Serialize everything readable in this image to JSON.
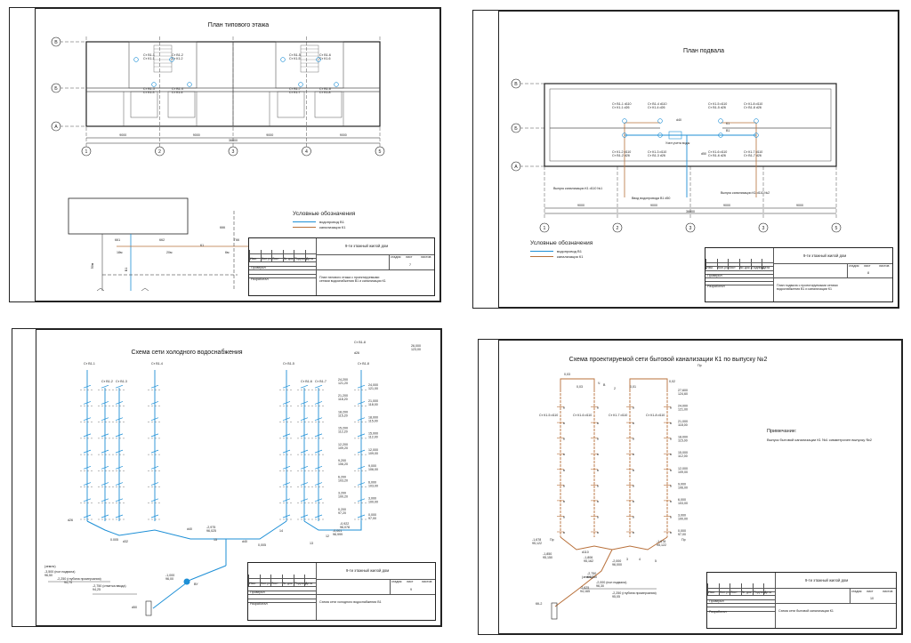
{
  "colors": {
    "water": "#1d8fd6",
    "sewer": "#b8703a",
    "line": "#222222",
    "wall": "#555555"
  },
  "sheet1": {
    "title": "План типового этажа",
    "grid_numbers": [
      "1",
      "2",
      "3",
      "4",
      "5"
    ],
    "grid_letters": [
      "В",
      "Б",
      "А"
    ],
    "dims": [
      "9000",
      "9000",
      "9000",
      "9000",
      "36000"
    ],
    "risers": [
      "Ст В1-1",
      "Ст К1-1",
      "Ст В1-2",
      "Ст К1-2",
      "Ст В1-3",
      "Ст К1-3",
      "Ст В1-4",
      "Ст К1-4",
      "Ст В1-5",
      "Ст К1-5",
      "Ст В1-6",
      "Ст К1-6",
      "Ст В1-7",
      "Ст К1-7",
      "Ст В1-8",
      "Ст К1-8"
    ],
    "site_labels": [
      "КК1",
      "КК2",
      "К1",
      "ККК",
      "ГКК",
      "18м",
      "20м",
      "6м",
      "50м",
      "В1"
    ],
    "legend": {
      "title": "Условные обозначения",
      "items": [
        "водопровод В1",
        "канализация К1"
      ]
    },
    "titleblock": {
      "project": "9-ти этажный жилой дом",
      "sheet_name": "План типового этажа с проектируемыми сетями водоснабжения В1 и канализации К1",
      "cols": [
        "Изм.",
        "Кол.уч.",
        "Лист",
        "№ док.",
        "Подпись",
        "Дата"
      ],
      "rows": [
        "Проверил",
        "Разработал"
      ],
      "stage_heads": [
        "стадия",
        "лист",
        "листов"
      ],
      "stage_vals": [
        "",
        "7",
        ""
      ]
    }
  },
  "sheet2": {
    "title": "План подвала",
    "grid_numbers": [
      "1",
      "2",
      "3",
      "3",
      "5"
    ],
    "grid_letters": [
      "В",
      "Б",
      "А"
    ],
    "dims": [
      "9000",
      "9000",
      "9000",
      "9000",
      "36000"
    ],
    "labels": [
      "Ст В1-1 d110",
      "Ст К1-1 d26",
      "Ст В1-4 d110",
      "Ст К1-4 d26",
      "Ст К1-5 d110",
      "Ст В1-5 d26",
      "Ст К1-8 d110",
      "Ст В1-8 d26",
      "Ст К1-2 d110",
      "Ст В1-2 d26",
      "Ст К1-3 d110",
      "Ст В1-3 d26",
      "Ст К1-6 d110",
      "Ст В1-6 d26",
      "Ст К1-7 d110",
      "Ст В1-7 d26",
      "Узел учета воды",
      "d40",
      "d50",
      "В1",
      "К1"
    ],
    "callouts": [
      "Выпуск канализации К1 d110 №1",
      "Ввод водопровода В1 d50",
      "Выпуск канализации К1 d110 №2"
    ],
    "legend": {
      "title": "Условные обозначения",
      "items": [
        "водопровод В1",
        "канализация К1"
      ]
    },
    "titleblock": {
      "project": "9-ти этажный жилой дом",
      "sheet_name": "План подвала с проектируемыми сетями водоснабжения В1 и канализации К1",
      "cols": [
        "Изм.",
        "Кол.уч.",
        "Лист",
        "№ док.",
        "Подпись",
        "Дата"
      ],
      "rows": [
        "Проверил",
        "Разработал"
      ],
      "stage_heads": [
        "стадия",
        "лист",
        "листов"
      ],
      "stage_vals": [
        "",
        "8",
        ""
      ]
    }
  },
  "sheet3": {
    "title": "Схема сети холодного водоснабжения",
    "risers": [
      "Ст В1-1",
      "Ст В1-2",
      "Ст В1-3",
      "Ст В1-4",
      "Ст В1-5",
      "Ст В1-6",
      "Ст В1-7",
      "Ст В1-8"
    ],
    "elevations": [
      "24,200 121,20",
      "21,200 118,20",
      "18,200 115,20",
      "15,200 112,20",
      "12,200 109,20",
      "9,200 106,20",
      "6,200 103,20",
      "3,200 100,20",
      "0,200 97,20"
    ],
    "elevations_b": [
      "24,000 121,00",
      "21,000 118,00",
      "18,000 115,00",
      "15,000 112,00",
      "12,000 109,00",
      "9,000 106,00",
      "6,000 103,00",
      "3,000 100,00",
      "0,000 97,00"
    ],
    "pipe_labels": [
      "d26",
      "d32",
      "d40",
      "d50",
      "15",
      "14",
      "13",
      "12",
      "0.005",
      "0,005",
      "-0,922",
      "96,078",
      "-0,001",
      "96,999",
      "-1,000",
      "96,00",
      "-2,975",
      "96,025",
      "26,000",
      "123,00",
      "ВУ"
    ],
    "notes": [
      "(земля)",
      "-3,500  (пол подвала)",
      "96,50",
      "-2,250 (глубина промерзания)",
      "94,75",
      "-2,750  (отметка ввода)",
      "94,25",
      "d50"
    ],
    "titleblock": {
      "project": "9-ти этажный жилой дом",
      "sheet_name": "Схема сети холодного водоснабжения В1",
      "cols": [
        "Изм.",
        "Кол.уч.",
        "Лист",
        "№ док.",
        "Подпись",
        "Дата"
      ],
      "rows": [
        "Проверил",
        "Разработал"
      ],
      "stage_heads": [
        "стадия",
        "лист",
        "листов"
      ],
      "stage_vals": [
        "",
        "9",
        ""
      ]
    }
  },
  "sheet4": {
    "title": "Схема проектируемой сети бытовой канализации К1 по выпуску №2",
    "risers": [
      "Ст К1-5 d110",
      "Ст К1-6 d110",
      "Ст К1-7 d110",
      "Ст К1-8 d110"
    ],
    "elevations": [
      "27,600 124,60",
      "24,000 121,00",
      "21,000 118,00",
      "18,000 115,00",
      "15,000 112,00",
      "12,000 109,00",
      "9,000 106,00",
      "6,000 103,00",
      "3,000 100,00",
      "0,000 97,00"
    ],
    "pipe_labels": [
      "0,03",
      "0,01",
      "0,02",
      "Пр",
      "d110",
      "-1,678",
      "95,122",
      "-1,850",
      "95,150",
      "-1,806",
      "95,162",
      "-2,000",
      "96,000",
      "-2,750",
      "94,250",
      "-2,625",
      "94,165",
      "КК-2",
      "Ч",
      "В",
      "2",
      "3",
      "4",
      "5"
    ],
    "notes_title": "Примечание:",
    "notes_text": "Выпуск бытовой канализации К1 №1 симметричен выпуску №2",
    "ground_notes": [
      "(земля)",
      "-2,000  (пол подвала)",
      "96,30",
      "-2,250  (глубина промерзания)",
      "95,05"
    ],
    "titleblock": {
      "project": "9-ти этажный жилой дом",
      "sheet_name": "Схема сети бытовой канализации К1",
      "cols": [
        "Изм.",
        "Кол.уч.",
        "Лист",
        "№ док.",
        "Подпись",
        "Дата"
      ],
      "rows": [
        "Проверил",
        "Разработал"
      ],
      "stage_heads": [
        "стадия",
        "лист",
        "листов"
      ],
      "stage_vals": [
        "",
        "10",
        ""
      ]
    }
  }
}
